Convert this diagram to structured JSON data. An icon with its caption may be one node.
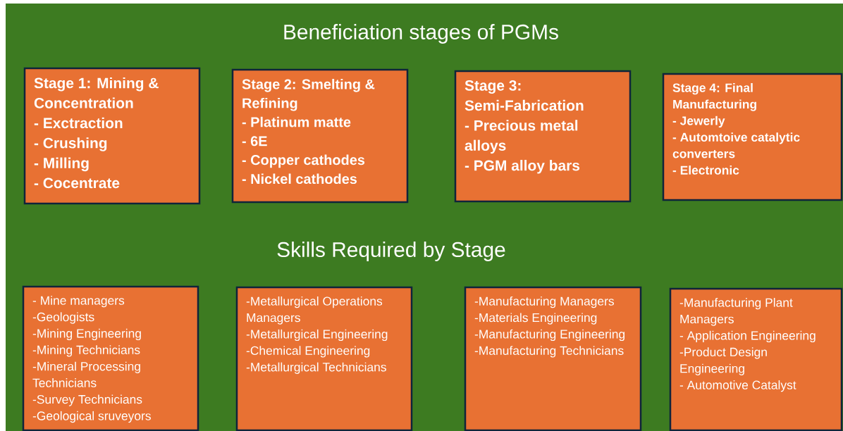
{
  "diagram": {
    "title": "Beneficiation stages of PGMs",
    "nodes": [
      {
        "text": [
          "Stage 1: Mining & Concentration",
          "- Exctraction",
          "- Crushing",
          "- Milling",
          "- Cocentrate"
        ]
      },
      {
        "text": [
          "Stage 2: Smelting & Refining",
          "- Platinum matte",
          "- 6E",
          "- Copper cathodes",
          "- Nickel cathodes"
        ]
      },
      {
        "text": [
          "Stage 3: Semi-Fabrication",
          "- Precious metal alloys",
          "-  PGM alloy bars"
        ]
      },
      {
        "text": [
          "Stage 4: Final Manufacturing",
          "- Jewerly",
          "- Automtoive catalytic converters",
          "- Electronic"
        ]
      },
      {
        "text": [
          "- Mine managers",
          "-Geologists",
          "-Mining Engineering",
          "-Mining Technicians",
          "-Mineral Processing Technicians",
          "-Survey Technicians",
          "-Geological sruveyors"
        ]
      },
      {
        "text": [
          "-Metallurgical Operations Managers",
          "-Metallurgical Engineering",
          "-Chemical Engineering",
          "-Metallurgical Technicians"
        ]
      },
      {
        "text": [
          "-Manufacturing Managers",
          "-Materials Engineering",
          "-Manufacturing Engineering",
          "-Manufacturing Technicians"
        ]
      },
      {
        "text": [
          "-Manufacturing Plant Managers",
          "- Application Engineering",
          "-Product Design Engineering",
          "- Automotive Catalyst"
        ]
      }
    ],
    "labels": [
      "Skills Required by Stage"
    ]
  }
}
